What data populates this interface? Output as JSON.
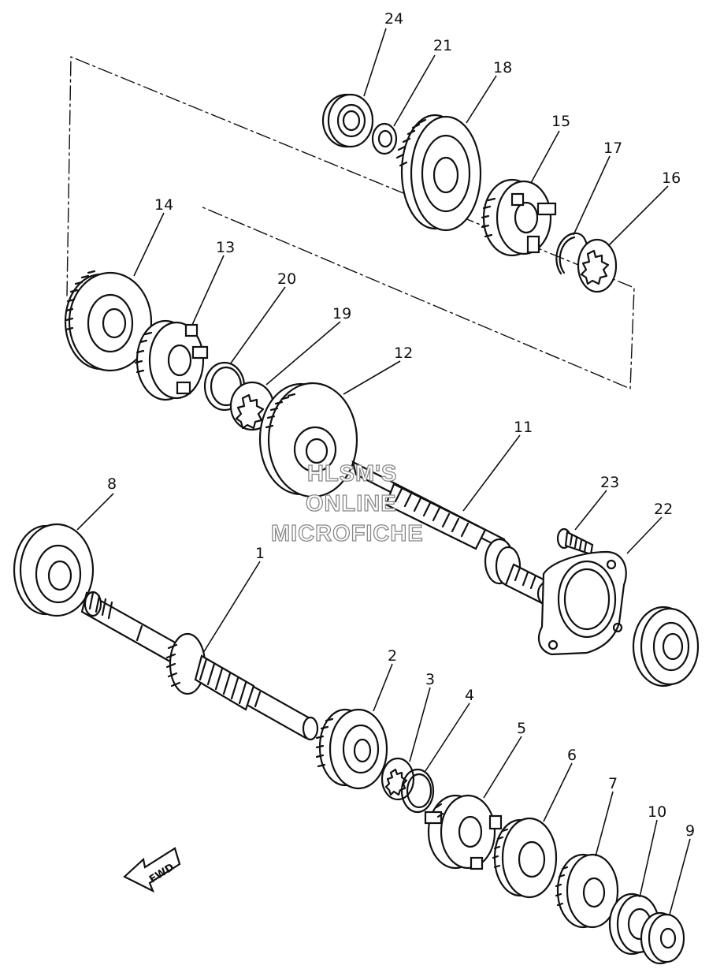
{
  "watermark": {
    "line1": "HLSM'S",
    "line2": "ONLINE",
    "line3": "MICROFICHE"
  },
  "direction_arrow": {
    "label": "FWD"
  },
  "callouts": {
    "c1": "1",
    "c2": "2",
    "c3": "3",
    "c4": "4",
    "c5": "5",
    "c6": "6",
    "c7": "7",
    "c8": "8",
    "c9": "9",
    "c10": "10",
    "c11": "11",
    "c12": "12",
    "c13": "13",
    "c14": "14",
    "c15": "15",
    "c16": "16",
    "c17": "17",
    "c18": "18",
    "c19": "19",
    "c20": "20",
    "c21": "21",
    "c22": "22",
    "c23": "23",
    "c24": "24"
  }
}
